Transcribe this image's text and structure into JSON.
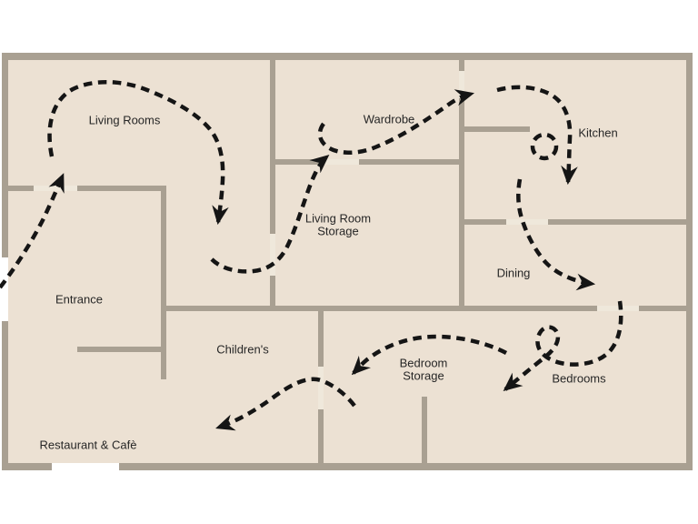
{
  "diagram": {
    "type": "floor-plan-flow-map",
    "rooms": [
      {
        "label": "Living Rooms"
      },
      {
        "label": "Wardrobe"
      },
      {
        "label": "Kitchen"
      },
      {
        "label": "Living Room",
        "label2": "Storage"
      },
      {
        "label": "Entrance"
      },
      {
        "label": "Dining"
      },
      {
        "label": "Children's"
      },
      {
        "label": "Bedroom",
        "label2": "Storage"
      },
      {
        "label": "Bedrooms"
      },
      {
        "label": "Restaurant & Cafè"
      }
    ],
    "route_order": [
      "Entrance",
      "Living Rooms",
      "Living Room Storage",
      "Wardrobe",
      "Kitchen",
      "Dining",
      "Bedrooms",
      "Bedroom Storage",
      "Children's",
      "Restaurant & Cafè"
    ],
    "colors": {
      "floor": "#ece1d3",
      "wall": "#a9a092",
      "door_gap": "#efe8db",
      "outer_gap": "#ffffff",
      "arrow": "#151515",
      "background": "#ffffff"
    }
  }
}
